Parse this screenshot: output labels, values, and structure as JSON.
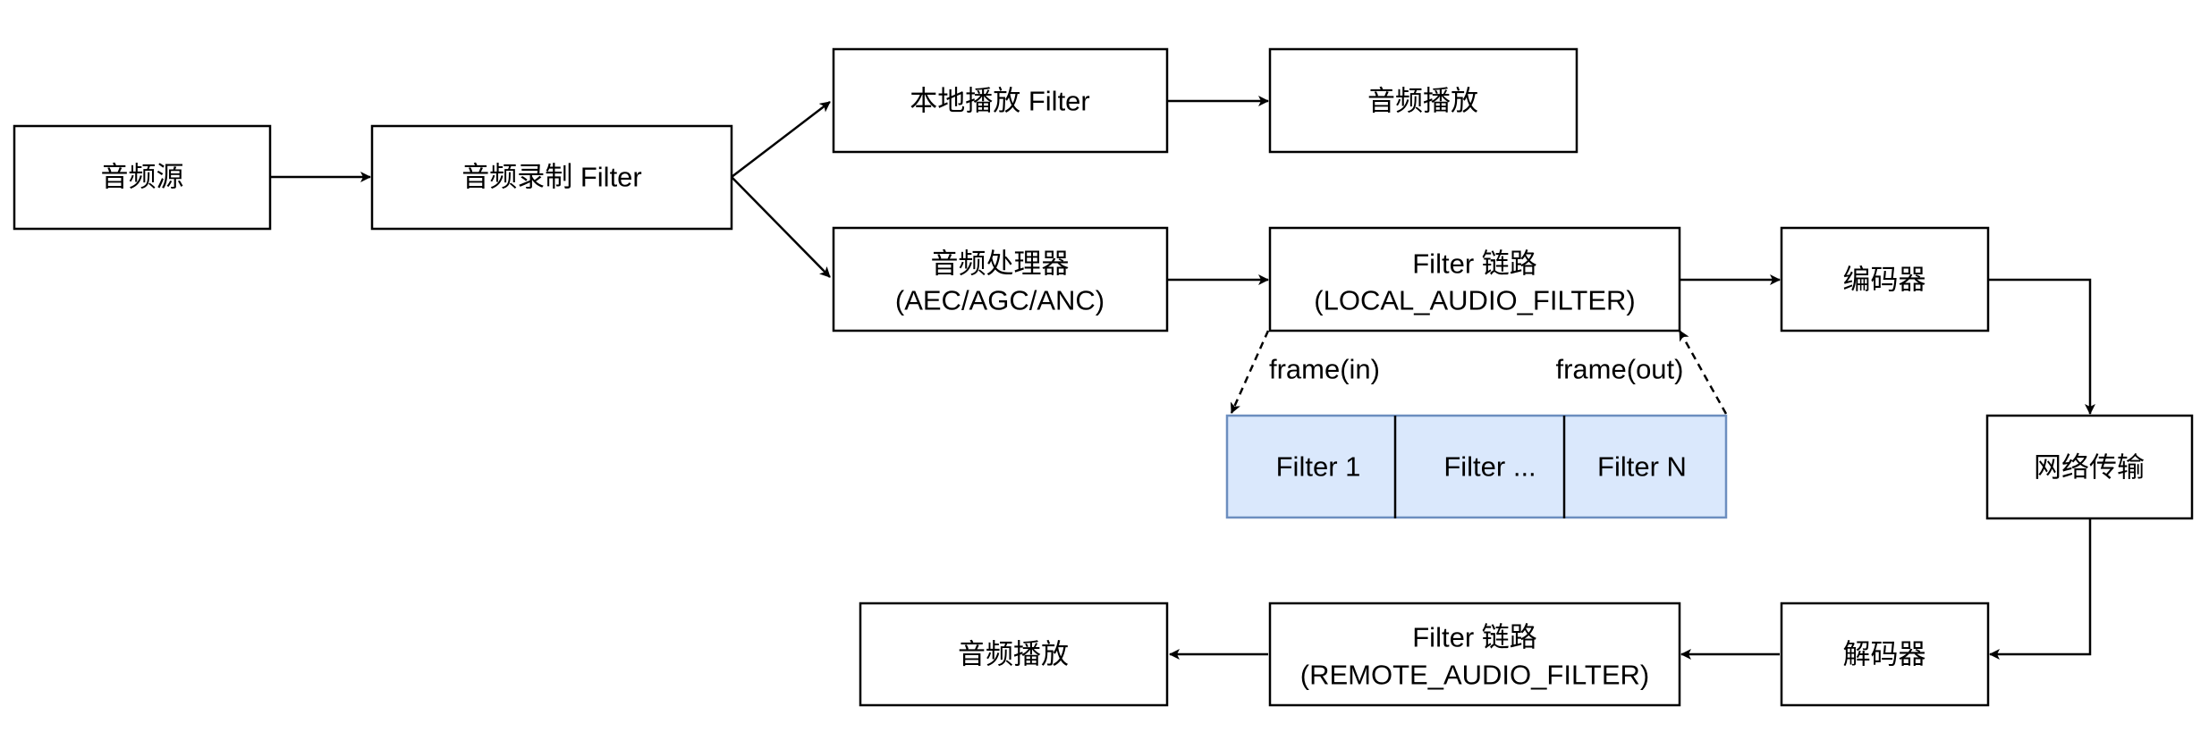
{
  "nodes": {
    "audio_source": "音频源",
    "audio_record_filter": "音频录制 Filter",
    "local_play_filter": "本地播放 Filter",
    "local_audio_playback": "音频播放",
    "audio_processor_line1": "音频处理器",
    "audio_processor_line2": "(AEC/AGC/ANC)",
    "local_filter_chain_line1": "Filter 链路",
    "local_filter_chain_line2": "(LOCAL_AUDIO_FILTER)",
    "encoder": "编码器",
    "network_transport": "网络传输",
    "decoder": "解码器",
    "remote_filter_chain_line1": "Filter 链路",
    "remote_filter_chain_line2": "(REMOTE_AUDIO_FILTER)",
    "remote_audio_playback": "音频播放"
  },
  "filter_chain": {
    "cells": [
      "Filter 1",
      "Filter ...",
      "Filter N"
    ],
    "colors": {
      "fill": "#dae8fc",
      "stroke": "#6c8ebf"
    }
  },
  "edge_labels": {
    "frame_in": "frame(in)",
    "frame_out": "frame(out)"
  }
}
